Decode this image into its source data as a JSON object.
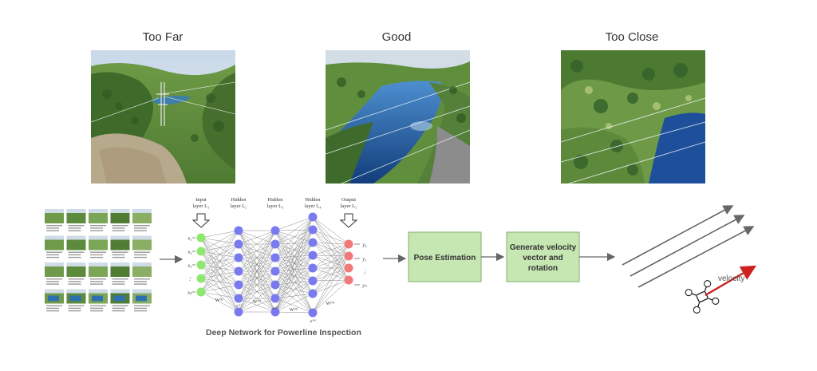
{
  "scenes": [
    {
      "id": "too-far",
      "title": "Too Far"
    },
    {
      "id": "good",
      "title": "Good"
    },
    {
      "id": "too-close",
      "title": "Too Close"
    }
  ],
  "network": {
    "caption": "Deep Network for Powerline Inspection",
    "layers": [
      {
        "title": "Input",
        "sub": "layer L₁",
        "units": [
          "x₁",
          "x₂",
          "x₃",
          "⋮",
          "xₚ"
        ],
        "color": "#8ee86e"
      },
      {
        "title": "Hidden",
        "sub": "layer L₂",
        "units": [],
        "color": "#7a7af0"
      },
      {
        "title": "Hidden",
        "sub": "layer L₃",
        "units": [],
        "color": "#7a7af0"
      },
      {
        "title": "Hidden",
        "sub": "layer L₄",
        "units": [],
        "color": "#7a7af0"
      },
      {
        "title": "Output",
        "sub": "layer L₅",
        "units": [
          "y₀",
          "y₁",
          "⋮",
          "yₙ"
        ],
        "color": "#f07a7a"
      }
    ],
    "weights": [
      "W⁽¹⁾",
      "W⁽²⁾",
      "W⁽³⁾",
      "W⁽⁴⁾"
    ],
    "biases": [
      "a⁽²⁾",
      "a⁽³⁾",
      "a⁽⁴⁾"
    ]
  },
  "pipeline": {
    "pose": "Pose Estimation",
    "velocity": [
      "Generate velocity",
      "vector and",
      "rotation"
    ]
  },
  "drone": {
    "velocity_label": "velocity"
  },
  "colors": {
    "box_fill": "#c6e6b2",
    "box_stroke": "#7fb069",
    "arrow": "#666666",
    "velocity": "#cc2222"
  }
}
